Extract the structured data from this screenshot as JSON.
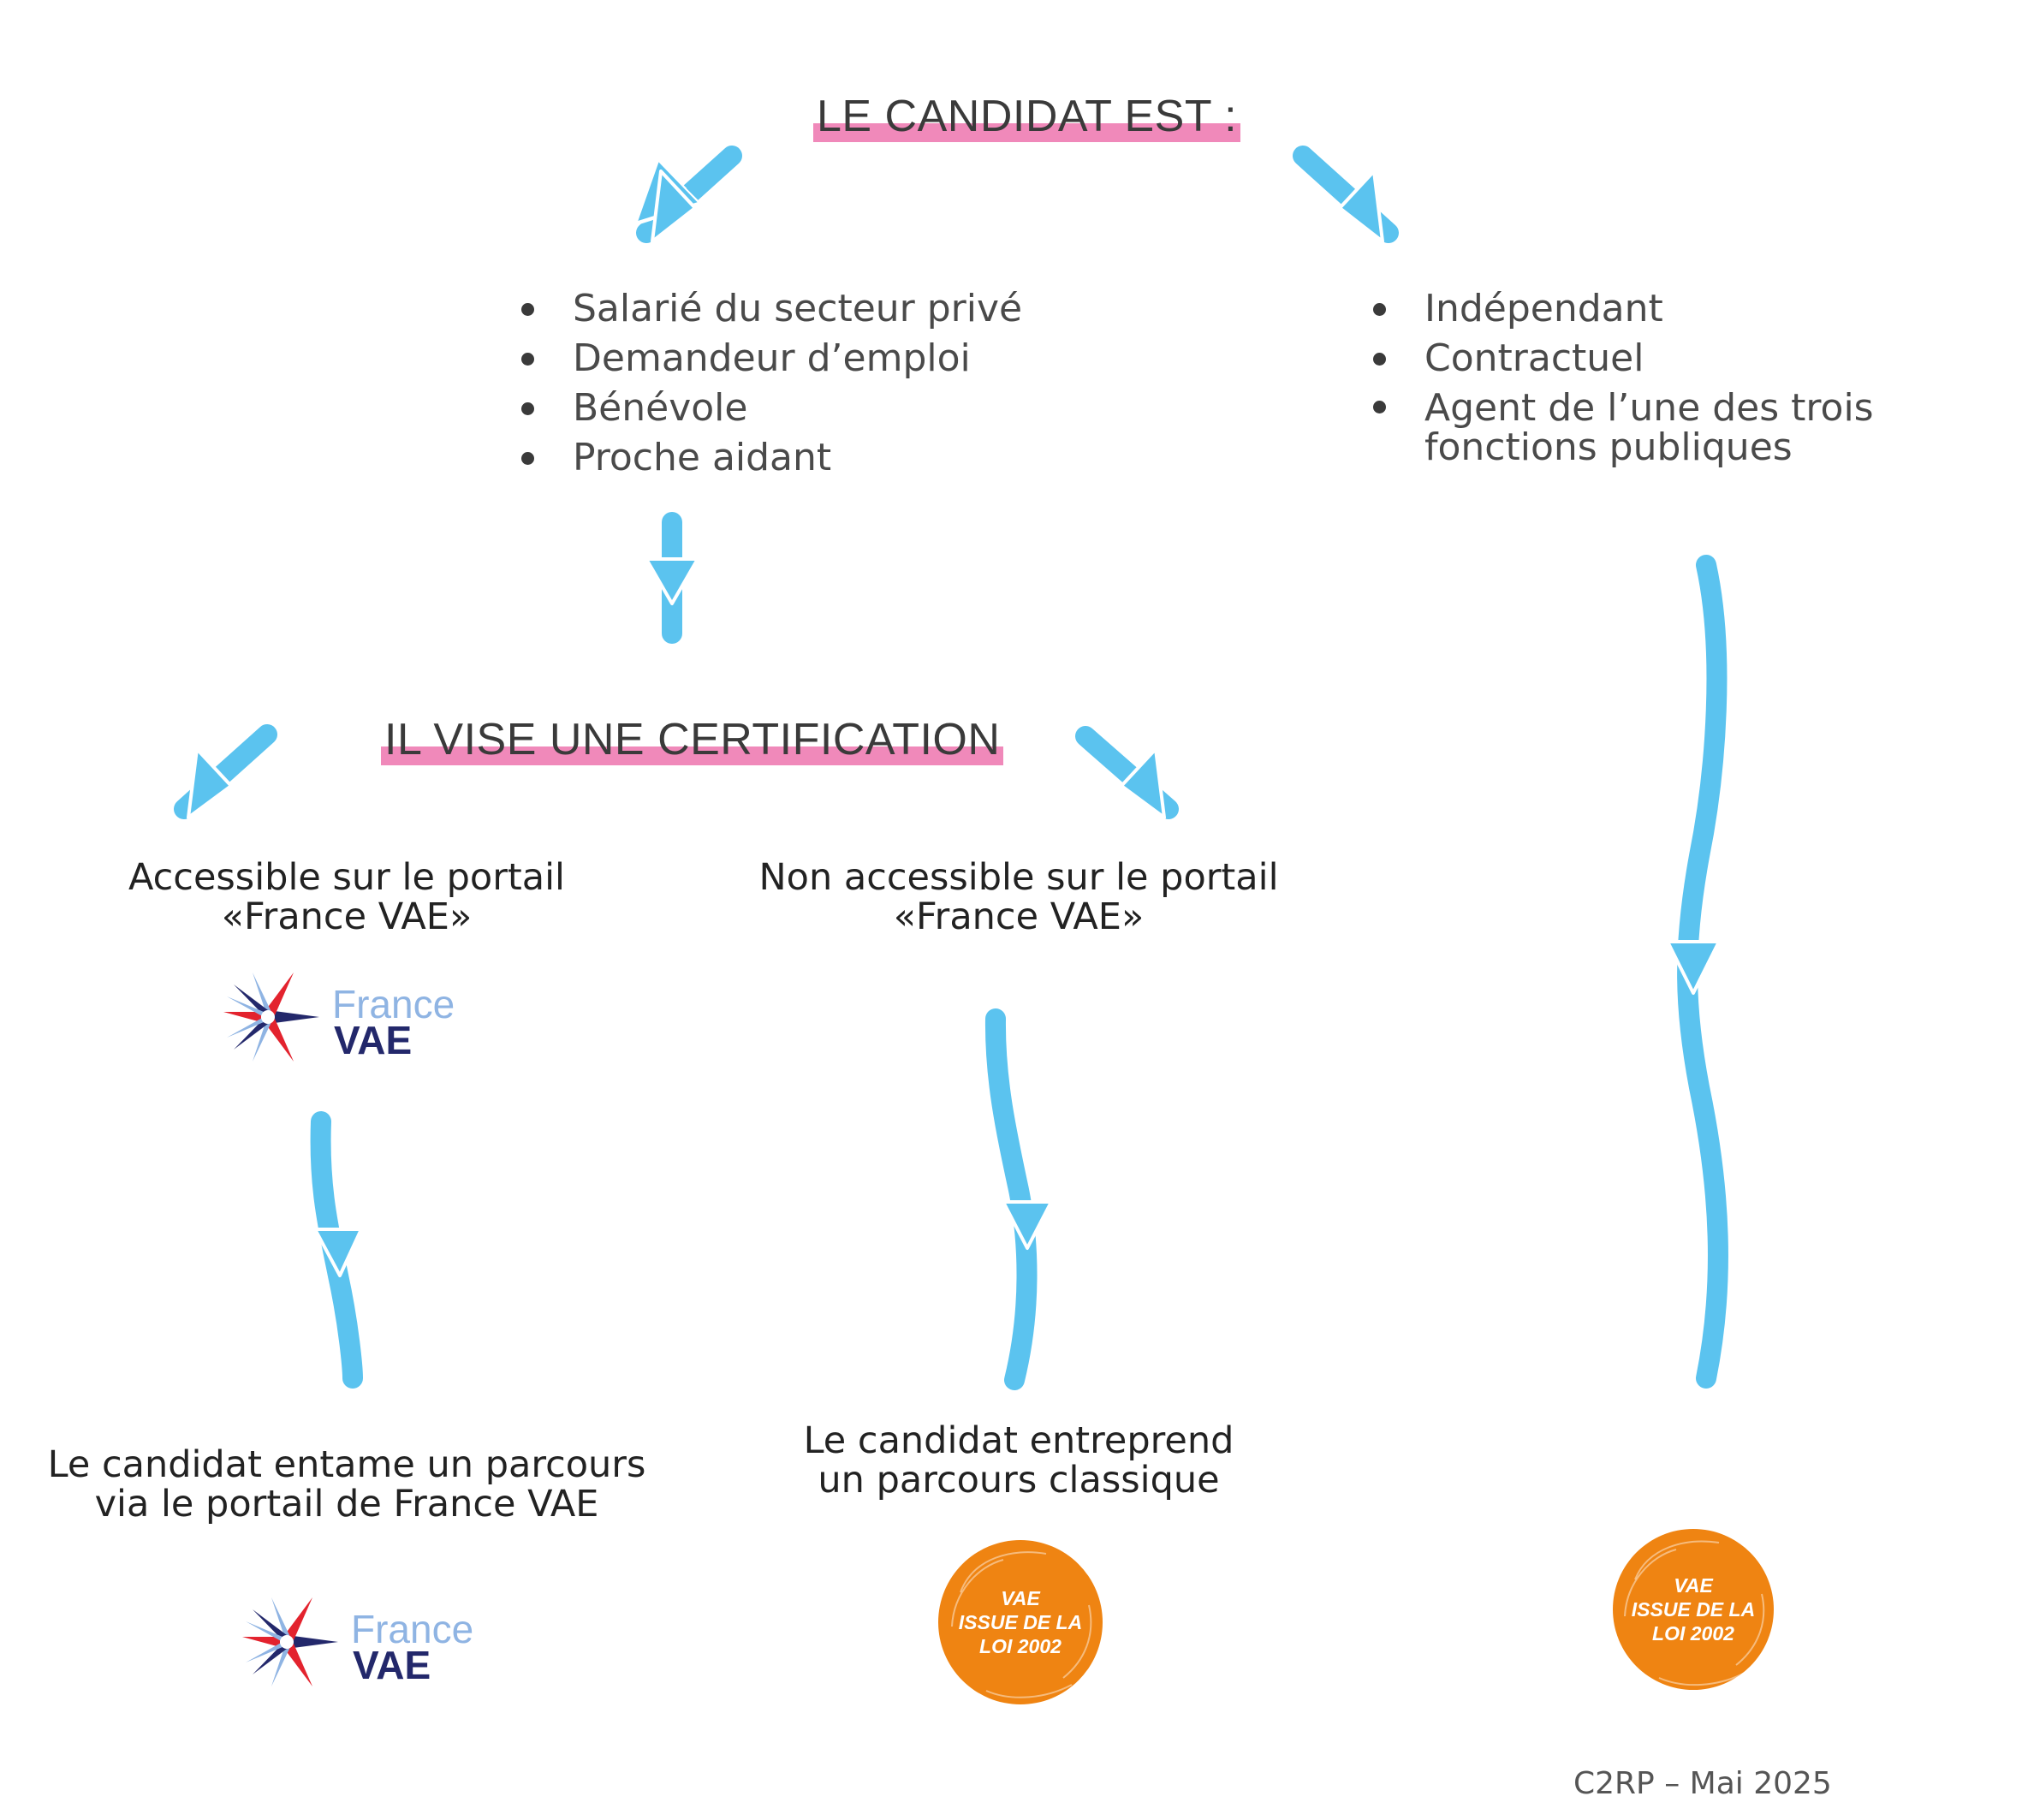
{
  "heading_top": "LE CANDIDAT EST :",
  "heading_middle": "IL VISE UNE CERTIFICATION",
  "left_list": [
    "Salarié du secteur privé",
    "Demandeur d’emploi",
    "Bénévole",
    "Proche aidant"
  ],
  "right_list": [
    "Indépendant",
    "Contractuel",
    "Agent de l’une des trois",
    "fonctions publiques"
  ],
  "accessible": {
    "line1": "Accessible sur le portail",
    "line2": "«France VAE»"
  },
  "non_accessible": {
    "line1": "Non accessible sur le portail",
    "line2": "«France VAE»"
  },
  "outcome_left": {
    "line1": "Le candidat entame un parcours",
    "line2": "via le portail de France VAE"
  },
  "outcome_middle": {
    "line1": "Le candidat entreprend",
    "line2": "un parcours classique"
  },
  "logo": {
    "word1": "France",
    "word2": "VAE"
  },
  "badge": {
    "line1": "VAE",
    "line2": "ISSUE DE LA",
    "line3": "LOI 2002"
  },
  "footer": "C2RP – Mai 2025",
  "colors": {
    "arrow": "#5bc3ef",
    "highlight": "#f089ba",
    "badge": "#ef8412",
    "logo_navy": "#23286b",
    "logo_light_blue": "#8fb4e3",
    "logo_red": "#e3232e"
  }
}
